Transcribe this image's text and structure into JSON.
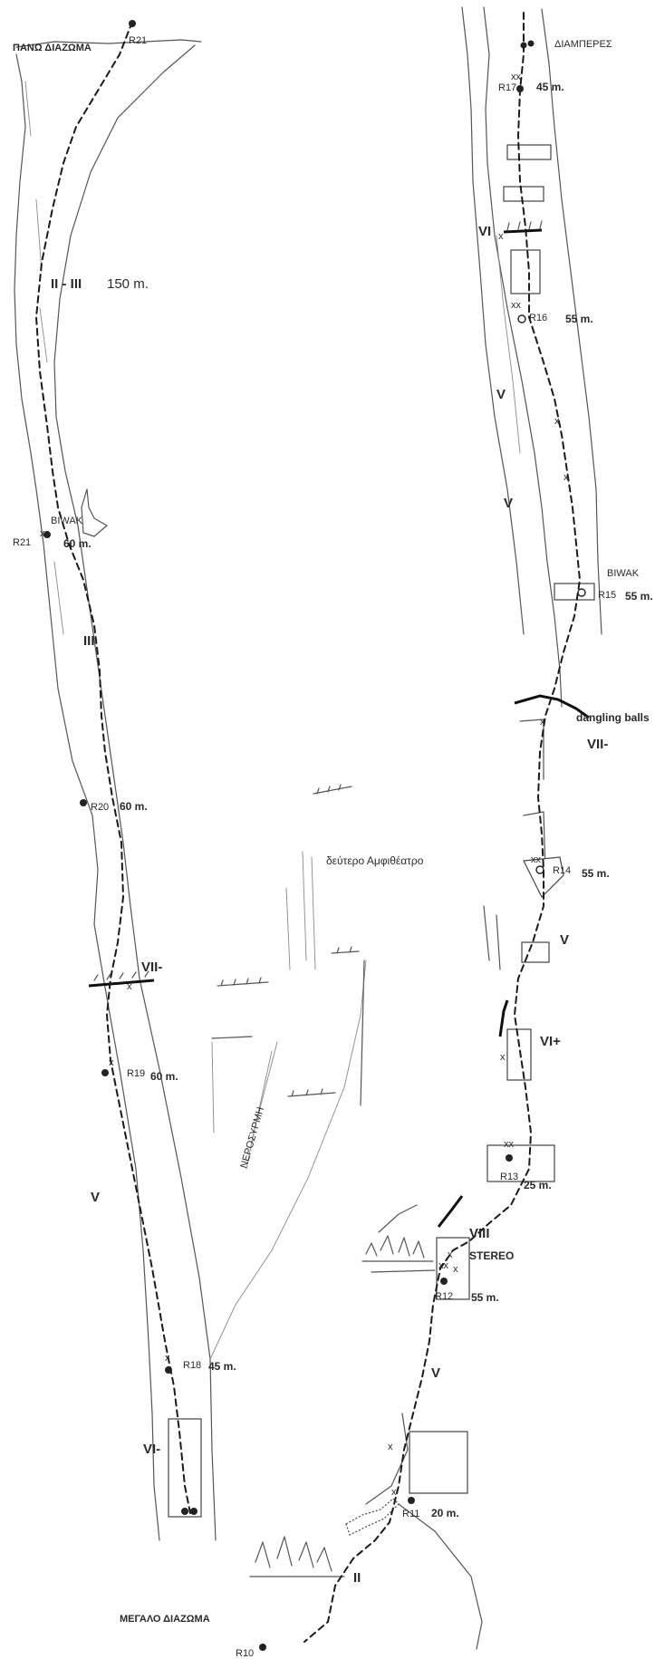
{
  "places": {
    "top_ledge": "ΠΑΝΩ ΔΙΑΖΩΜΑ",
    "traverse": "ΔΙΑΜΠΕΡΕΣ",
    "second_amphitheatre": "δεύτερο Αμφιθέατρο",
    "water_groove": "ΝΕΡΟΣΥΡΜΗ",
    "big_ledge": "ΜΕΓΑΛΟ ΔΙΑΖΩΜΑ"
  },
  "features": {
    "biwak_left": "BIWAK",
    "biwak_right": "BIWAK",
    "dangling": "dangling balls",
    "stereo": "STEREO"
  },
  "belays": {
    "r21_top": "R21",
    "r21_biwak": "R21",
    "r20": "R20",
    "r19": "R19",
    "r18": "R18",
    "r17": "R17",
    "r16": "R16",
    "r15": "R15",
    "r14": "R14",
    "r13": "R13",
    "r12": "R12",
    "r11": "R11",
    "r10": "R10"
  },
  "lengths": {
    "r21_biwak": "60 m.",
    "r20": "60 m.",
    "r19": "60 m.",
    "r18": "45 m.",
    "r17": "45 m.",
    "r16": "55 m.",
    "r15": "55 m.",
    "r14": "55 m.",
    "r13": "25 m.",
    "r12": "55 m.",
    "r11": "20 m."
  },
  "grades": {
    "upper": "II - III",
    "upper_len": "150 m.",
    "biwak_pitch": "III",
    "left_roof": "VII-",
    "left_wall": "V",
    "left_base": "VI-",
    "right_top_roof": "VI",
    "right_v1": "V",
    "right_v2": "V",
    "dangling_grade": "VII-",
    "right_v3": "V",
    "right_vi_plus": "VI+",
    "right_viii": "VIII",
    "right_v4": "V",
    "right_ii": "II"
  },
  "marks": {
    "x": "x",
    "xx": "xx"
  }
}
